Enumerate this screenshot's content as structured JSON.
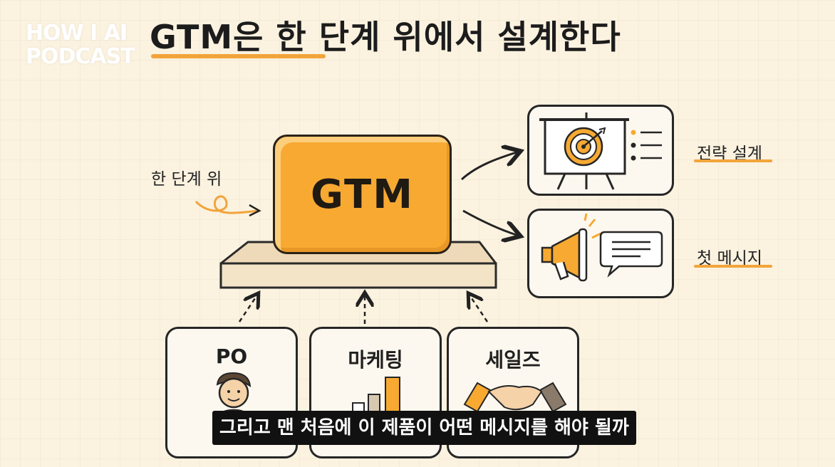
{
  "logo": {
    "line1": "HOW I AI",
    "line2": "PODCAST"
  },
  "title": "GTM은 한 단계 위에서 설계한다",
  "gtm_label": "GTM",
  "side_label": "한 단계 위",
  "outputs": [
    {
      "label": "전략 설계",
      "icon": "target-presentation-icon"
    },
    {
      "label": "첫 메시지",
      "icon": "megaphone-icon"
    }
  ],
  "teams": [
    {
      "label": "PO",
      "icon": "person-icon"
    },
    {
      "label": "마케팅",
      "icon": "bar-chart-icon"
    },
    {
      "label": "세일즈",
      "icon": "handshake-icon"
    }
  ],
  "subtitle": "그리고 맨 처음에 이 제품이 어떤 메시지를 해야 될까",
  "colors": {
    "accent": "#f7a932",
    "background": "#fbf2e0",
    "ink": "#262626"
  }
}
